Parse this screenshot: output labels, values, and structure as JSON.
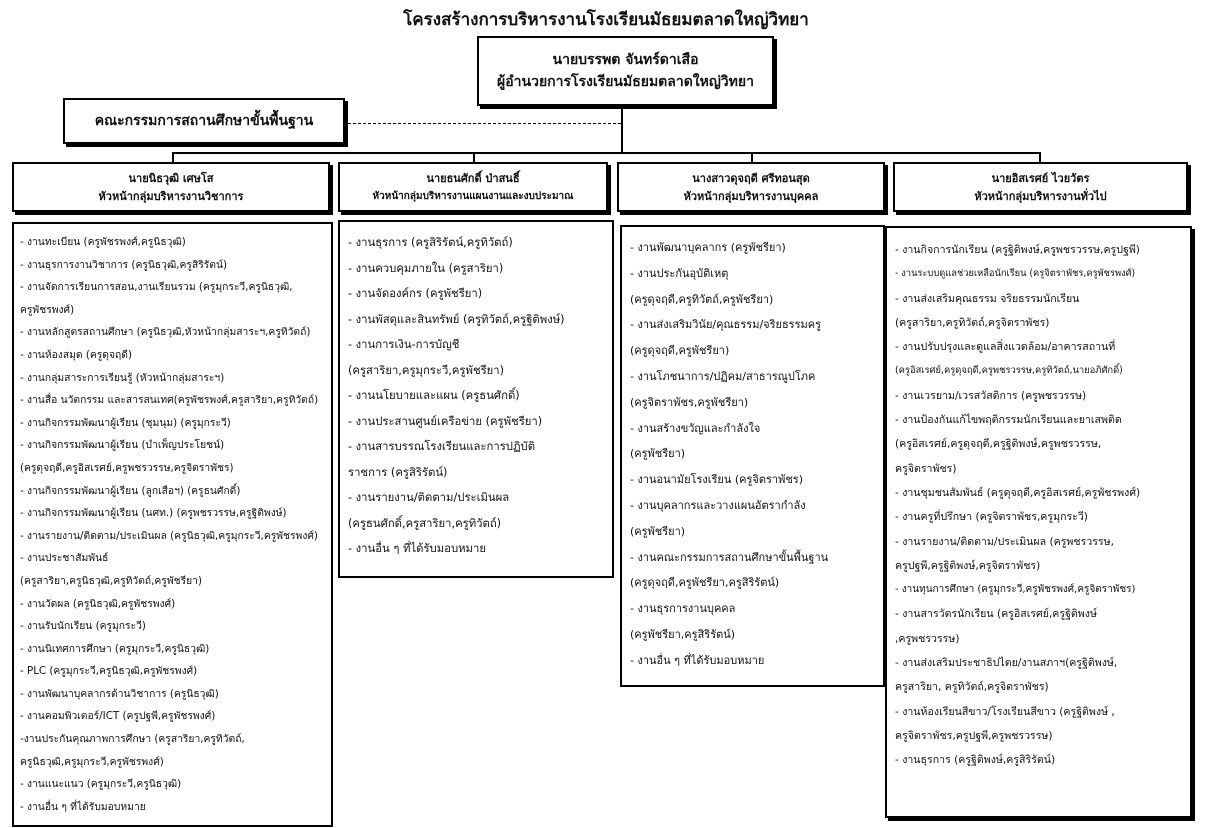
{
  "title": "โครงสร้างการบริหารงานโรงเรียนมัธยมตลาดใหญ่วิทยา",
  "director": {
    "name": "นายบรรพต จันทร์ดาเสือ",
    "position": "ผู้อำนวยการโรงเรียนมัธยมตลาดใหญ่วิทยา"
  },
  "committee": "คณะกรรมการสถานศึกษาขั้นพื้นฐาน",
  "groups": [
    {
      "head_name": "นายนิธวุฒิ เศษโส",
      "head_title": "หัวหน้ากลุ่มบริหารงานวิชาการ",
      "items": [
        "- งานทะเบียน (ครูพัชรพงศ์,ครูนิธวุฒิ)",
        "- งานธุรการงานวิชาการ (ครูนิธวุฒิ,ครูสิริรัตน์)",
        "- งานจัดการเรียนการสอน,งานเรียนรวม (ครูมุกระวี,ครูนิธวุฒิ,",
        "  ครูพัชรพงศ์)",
        "- งานหลักสูตรสถานศึกษา (ครูนิธวุฒิ,หัวหน้ากลุ่มสาระฯ,ครูทิวัตถ์)",
        "- งานห้องสมุด (ครูดุจฤดี)",
        "- งานกลุ่มสาระการเรียนรู้ (หัวหน้ากลุ่มสาระฯ)",
        "- งานสื่อ นวัตกรรม และสารสนเทศ(ครูพัชรพงศ์,ครูสาริยา,ครูทิวัตถ์)",
        "- งานกิจกรรมพัฒนาผู้เรียน (ชุมนุม) (ครูมุกระวี)",
        "- งานกิจกรรมพัฒนาผู้เรียน (บำเพ็ญประโยชน์)",
        "(ครูดุจฤดี,ครูอิสเรศย์,ครูพชรวรรษ,ครูจิตราพัชร)",
        "- งานกิจกรรมพัฒนาผู้เรียน (ลูกเสือฯ) (ครูธนศักดิ์)",
        "- งานกิจกรรมพัฒนาผู้เรียน (นศท.) (ครูพชรวรรษ,ครูฐิติพงษ์)",
        "- งานรายงาน/ติดตาม/ประเมินผล (ครูนิธวุฒิ,ครูมุกระวี,ครูพัชรพงศ์)",
        "- งานประชาสัมพันธ์",
        "(ครูสาริยา,ครูนิธวุฒิ,ครูทิวัตถ์,ครูพัชรียา)",
        "- งานวัดผล (ครูนิธวุฒิ,ครูพัชรพงศ์)",
        "- งานรับนักเรียน (ครูมุกระวี)",
        "- งานนิเทศการศึกษา (ครูมุกระวี,ครูนิธวุฒิ)",
        "- PLC (ครูมุกระวี,ครูนิธวุฒิ,ครูพัชรพงศ์)",
        "- งานพัฒนาบุคลากรด้านวิชาการ (ครูนิธวุฒิ)",
        "- งานคอมพิวเตอร์/ICT (ครูปฐพี,ครูพัชรพงศ์)",
        "-งานประกันคุณภาพการศึกษา (ครูสาริยา,ครูทิวัตถ์,",
        "ครูนิธวุฒิ,ครูมุกระวี,ครูพัชรพงศ์)",
        "- งานแนะแนว (ครูมุกระวี,ครูนิธวุฒิ)",
        "- งานอื่น ๆ ที่ได้รับมอบหมาย"
      ]
    },
    {
      "head_name": "นายธนศักดิ์ ป่าสนธิ์",
      "head_title": "หัวหน้ากลุ่มบริหารงานแผนงานและงบประมาณ",
      "items": [
        "- งานธุรการ (ครูสิริรัตน์,ครูทิวัตถ์)",
        "- งานควบคุมภายใน (ครูสาริยา)",
        "- งานจัดองค์กร (ครูพัชรียา)",
        "- งานพัสดุและสินทรัพย์ (ครูทิวัตถ์,ครูฐิติพงษ์)",
        "- งานการเงิน-การบัญชี",
        "(ครูสาริยา,ครูมุกระวี,ครูพัชรียา)",
        "- งานนโยบายและแผน (ครูธนศักดิ์)",
        "- งานประสานศูนย์เครือข่าย (ครูพัชรียา)",
        "- งานสารบรรณโรงเรียนและการปฏิบัติ",
        "   ราชการ (ครูสิริรัตน์)",
        "- งานรายงาน/ติดตาม/ประเมินผล",
        "   (ครูธนศักดิ์,ครูสาริยา,ครูทิวัตถ์)",
        "- งานอื่น ๆ ที่ได้รับมอบหมาย"
      ]
    },
    {
      "head_name": "นางสาวดุจฤดี ศรีทอนสุด",
      "head_title": "หัวหน้ากลุ่มบริหารงานบุคคล",
      "items": [
        "- งานพัฒนาบุคลากร (ครูพัชรียา)",
        "- งานประกันอุบัติเหตุ",
        "(ครูดุจฤดี,ครูทิวัตถ์,ครูพัชรียา)",
        "- งานส่งเสริมวินัย/คุณธรรม/จริยธรรมครู",
        "  (ครูดุจฤดี,ครูพัชรียา)",
        "- งานโภชนาการ/ปฏิคม/สาธารณูปโภค",
        "  (ครูจิตราพัชร,ครูพัชรียา)",
        "- งานสร้างขวัญและกำลังใจ",
        "(ครูพัชรียา)",
        "- งานอนามัยโรงเรียน (ครูจิตราพัชร)",
        "- งานบุคลากรและวางแผนอัตรากำลัง",
        "  (ครูพัชรียา)",
        "- งานคณะกรรมการสถานศึกษาขั้นพื้นฐาน",
        "  (ครูดุจฤดี,ครูพัชรียา,ครูสิริรัตน์)",
        "- งานธุรการงานบุคคล",
        "(ครูพัชรียา,ครูสิริรัตน์)",
        "- งานอื่น ๆ ที่ได้รับมอบหมาย"
      ]
    },
    {
      "head_name": "นายอิสเรศย์ ไวยวัตร",
      "head_title": "หัวหน้ากลุ่มบริหารงานทั่วไป",
      "items": [
        "- งานกิจการนักเรียน (ครูฐิติพงษ์,ครูพชรวรรษ,ครูปฐพี)",
        "- งานระบบดูแลช่วยเหลือนักเรียน (ครูจิตราพัชร,ครูพัชรพงศ์)",
        "- งานส่งเสริมคุณธรรม จริยธรรมนักเรียน",
        "  (ครูสาริยา,ครูทิวัตถ์,ครูจิตราพัชร)",
        "- งานปรับปรุงและดูแลสิ่งแวดล้อม/อาคารสถานที่",
        "  (ครูอิสเรศย์,ครูดุจฤดี,ครูพชรวรรษ,ครูทิวัตถ์,นายอภิศักดิ์)",
        "- งานเวรยาม/เวรสวัสดิการ (ครูพชรวรรษ)",
        "- งานป้องกันแก้ไขพฤติกรรมนักเรียนและยาเสพติด",
        "  (ครูอิสเรศย์,ครูดุจฤดี,ครูฐิติพงษ์,ครูพชรวรรษ,",
        "ครูจิตราพัชร)",
        "- งานชุมชนสัมพันธ์ (ครูดุจฤดี,ครูอิสเรศย์,ครูพัชรพงศ์)",
        "- งานครูที่ปรึกษา (ครูจิตราพัชร,ครูมุกระวี)",
        "- งานรายงาน/ติดตาม/ประเมินผล (ครูพชรวรรษ,",
        "  ครูปฐพี,ครูฐิติพงษ์,ครูจิตราพัชร)",
        "- งานทุนการศึกษา (ครูมุกระวี,ครูพัชรพงศ์,ครูจิตราพัชร)",
        "- งานสารวัตรนักเรียน (ครูอิสเรศย์,ครูฐิติพงษ์",
        "  ,ครูพชรวรรษ)",
        "- งานส่งเสริมประชาธิปไตย/งานสภาฯ(ครูฐิติพงษ์,",
        "ครูสาริยา, ครูทิวัตถ์,ครูจิตราพัชร)",
        "- งานห้องเรียนสีขาว/โรงเรียนสีขาว (ครูฐิติพงษ์ ,",
        "  ครูจิตราพัชร,ครูปฐพี,ครูพชรวรรษ)",
        "- งานธุรการ (ครูฐิติพงษ์,ครูสิริรัตน์)"
      ]
    }
  ]
}
